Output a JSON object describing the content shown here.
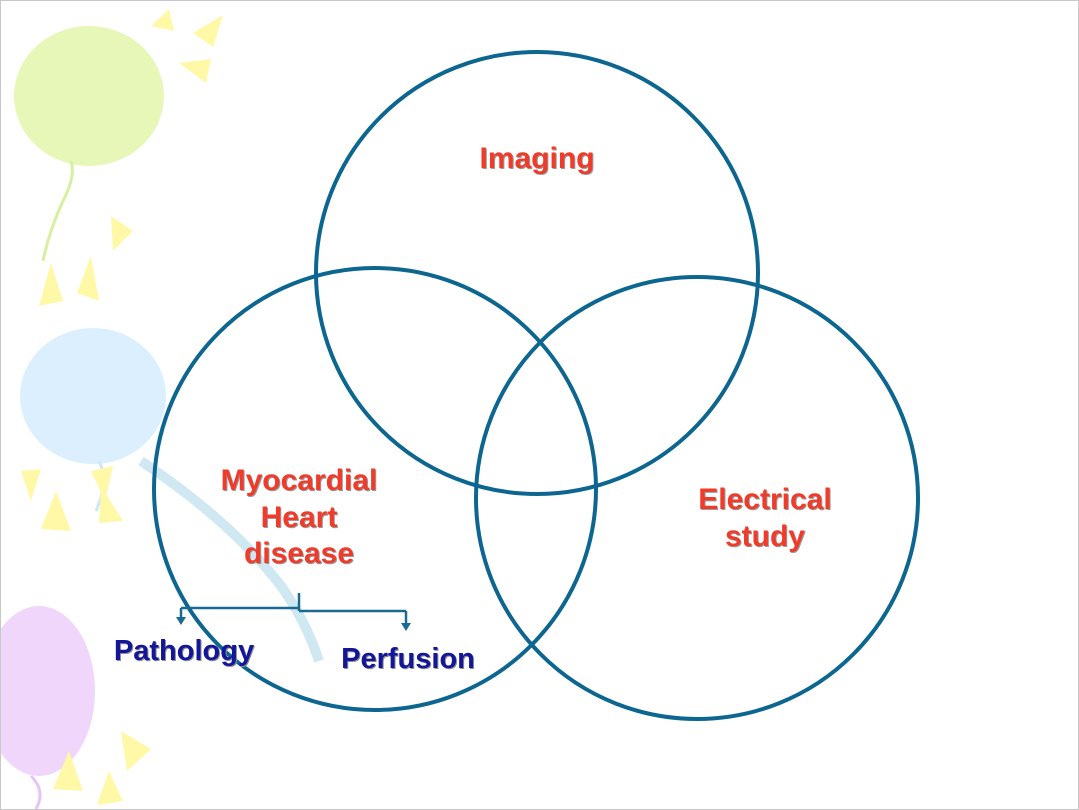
{
  "diagram": {
    "circles": [
      {
        "name": "imaging",
        "label_lines": [
          "Imaging"
        ]
      },
      {
        "name": "myocardial",
        "label_lines": [
          "Myocardial",
          "Heart",
          "disease"
        ]
      },
      {
        "name": "electrical",
        "label_lines": [
          "Electrical",
          "study"
        ]
      }
    ],
    "branches": [
      "Pathology",
      "Perfusion"
    ],
    "colors": {
      "circle_stroke": "#0c6690",
      "circle_label": "#f03a2a",
      "branch_label": "#14169a",
      "arrow": "#1a6a92"
    }
  },
  "decor": {
    "balloon_colors": [
      "#e6f7b7",
      "#dcefff",
      "#f0d6fb"
    ],
    "ray_color": "#fff8a6",
    "ribbon_color": "#c4e2ee"
  }
}
